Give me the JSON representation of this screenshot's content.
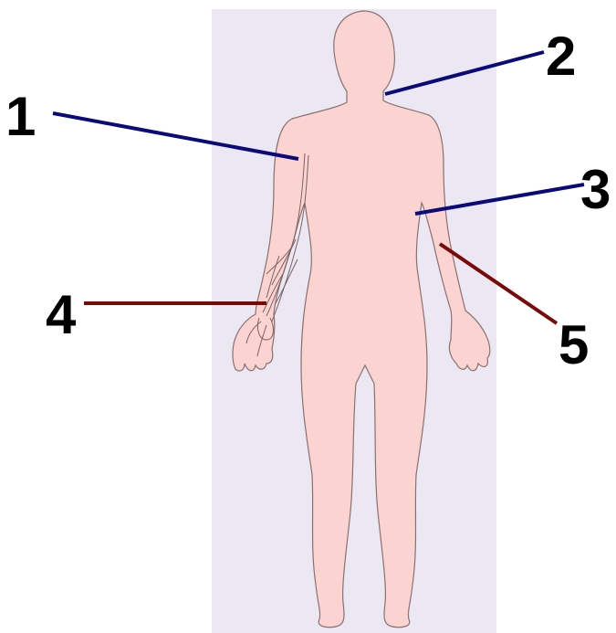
{
  "labels": [
    {
      "id": "1",
      "text": "1",
      "line_color": "#0a0a7a"
    },
    {
      "id": "2",
      "text": "2",
      "line_color": "#0a0a7a"
    },
    {
      "id": "3",
      "text": "3",
      "line_color": "#0a0a7a"
    },
    {
      "id": "4",
      "text": "4",
      "line_color": "#7a0a0a"
    },
    {
      "id": "5",
      "text": "5",
      "line_color": "#7a0a0a"
    }
  ],
  "colors": {
    "background_panel": "#ece8f3",
    "body_fill": "#fbd3d0",
    "body_outline": "#8a7070",
    "vessel_stroke": "#7a6262"
  }
}
